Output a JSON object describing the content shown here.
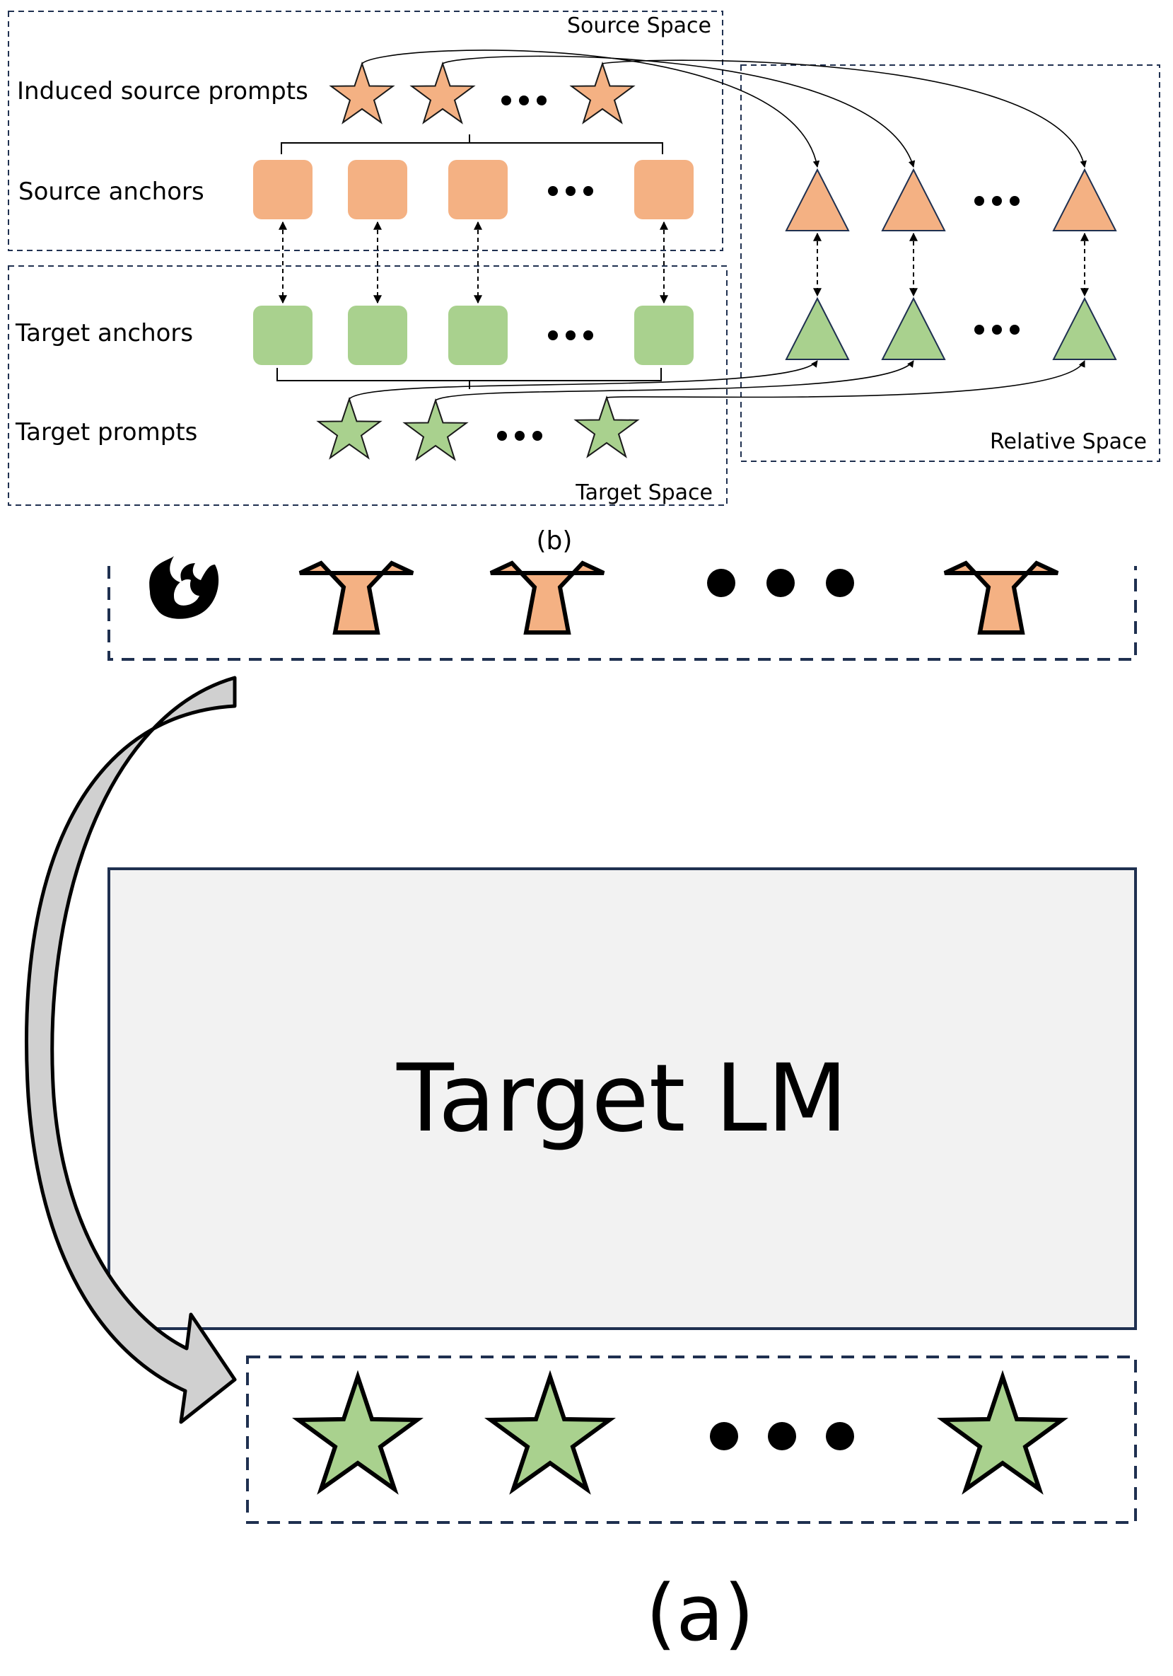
{
  "panel_b": {
    "source_space_label": "Source Space",
    "target_space_label": "Target Space",
    "relative_space_label": "Relative Space",
    "row_labels": {
      "induced_source_prompts": "Induced source prompts",
      "source_anchors": "Source anchors",
      "target_anchors": "Target anchors",
      "target_prompts": "Target prompts"
    },
    "caption": "(b)"
  },
  "panel_a": {
    "model_label": "Target LM",
    "caption": "(a)"
  },
  "colors": {
    "source_fill": "#f4b183",
    "target_fill": "#a9d18e",
    "frame_dash": "#1f3050",
    "lm_box_fill": "#f2f2f2",
    "arrow_fill": "#d0d0d0"
  },
  "icons": {
    "source_mark": "flame-icon",
    "induced_prompt": "star-icon",
    "anchor": "rounded-square-icon",
    "relative_representation": "triangle-icon"
  }
}
